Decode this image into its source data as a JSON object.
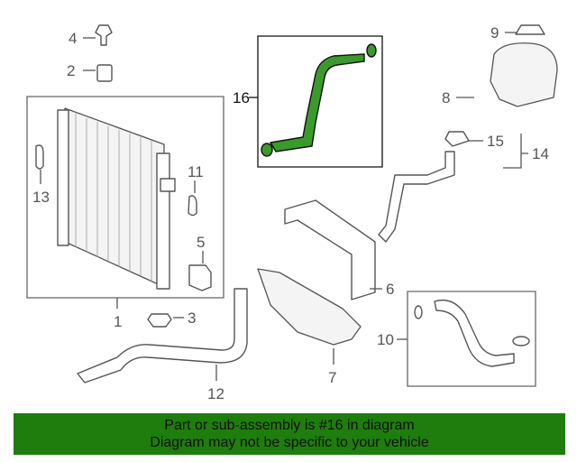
{
  "callouts": {
    "c1": "1",
    "c2": "2",
    "c3": "3",
    "c4": "4",
    "c5": "5",
    "c6": "6",
    "c7": "7",
    "c8": "8",
    "c9": "9",
    "c10": "10",
    "c11": "11",
    "c12": "12",
    "c13": "13",
    "c14": "14",
    "c15": "15",
    "c16": "16"
  },
  "highlighted_part": "16",
  "highlight_color": "#3a9a2a",
  "banner": {
    "line1": "Part or sub-assembly is #16 in diagram",
    "line2": "Diagram may not be specific to your vehicle",
    "background": "#1f7d0d"
  }
}
